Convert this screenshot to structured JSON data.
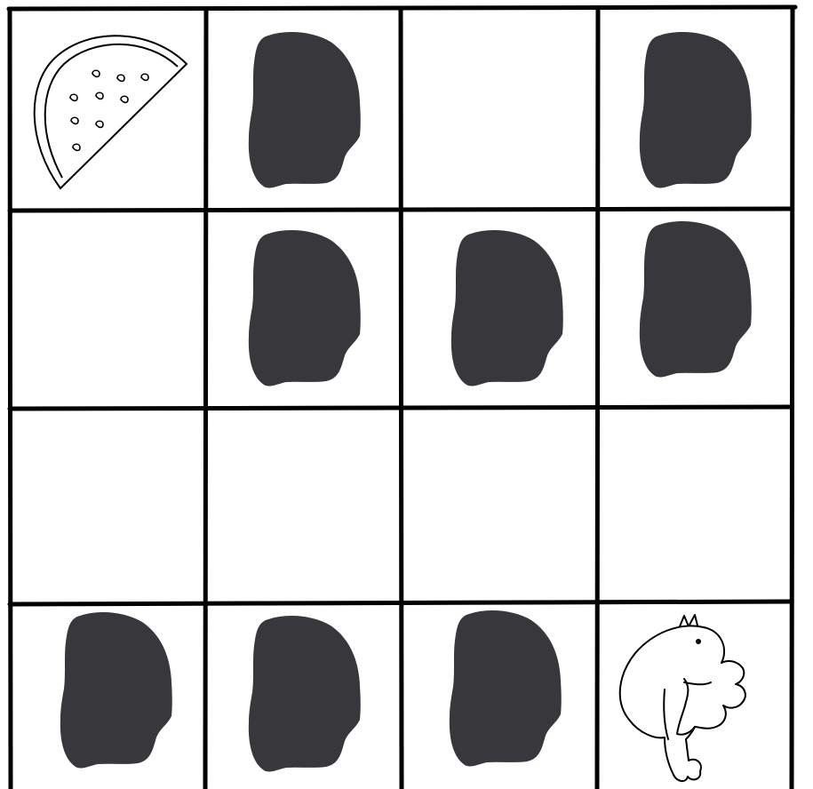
{
  "game": {
    "grid": {
      "rows": 4,
      "cols": 4,
      "cells": [
        [
          "watermelon",
          "rock",
          "empty",
          "rock"
        ],
        [
          "empty",
          "rock",
          "rock",
          "rock"
        ],
        [
          "empty",
          "empty",
          "empty",
          "empty"
        ],
        [
          "rock",
          "rock",
          "rock",
          "bird"
        ]
      ]
    },
    "colors": {
      "rock": "#38383c",
      "line": "#000000",
      "background": "#ffffff"
    },
    "icons": {
      "watermelon": "watermelon-icon",
      "rock": "rock-icon",
      "bird": "bird-icon"
    }
  }
}
